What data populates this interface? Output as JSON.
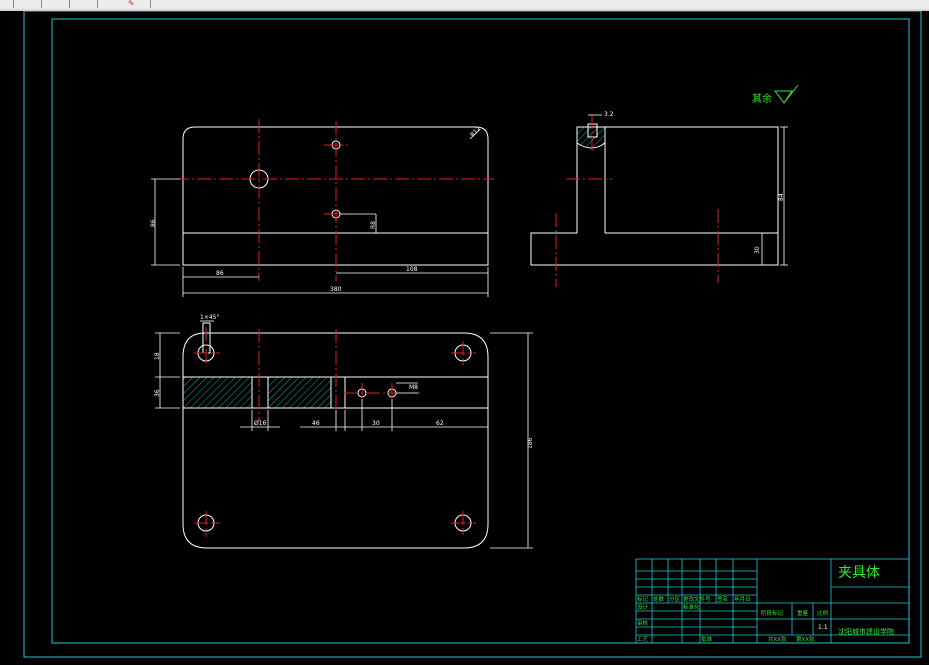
{
  "drawing": {
    "surface_finish_note": "其余",
    "title_block": {
      "part_name": "夹具体",
      "school": "沈阳城市建设学院",
      "scale": "1:1",
      "headers": [
        "标记",
        "处数",
        "分区",
        "更改文件号",
        "签名",
        "年月日"
      ],
      "labels_left": [
        "设计",
        "审核",
        "工艺"
      ],
      "labels_mid": [
        "标准化",
        "批准"
      ],
      "stage_labels": [
        "阶段标记",
        "重量",
        "比例"
      ],
      "sheet_info": [
        "共XX张",
        "第XX张"
      ]
    }
  },
  "colors": {
    "background": "#000000",
    "border": "#22c6d6",
    "outline": "#ffffff",
    "centerline": "#e11e1e",
    "dimension": "#ffffff",
    "text_green": "#30e830",
    "hatch": "#22c6d6"
  }
}
